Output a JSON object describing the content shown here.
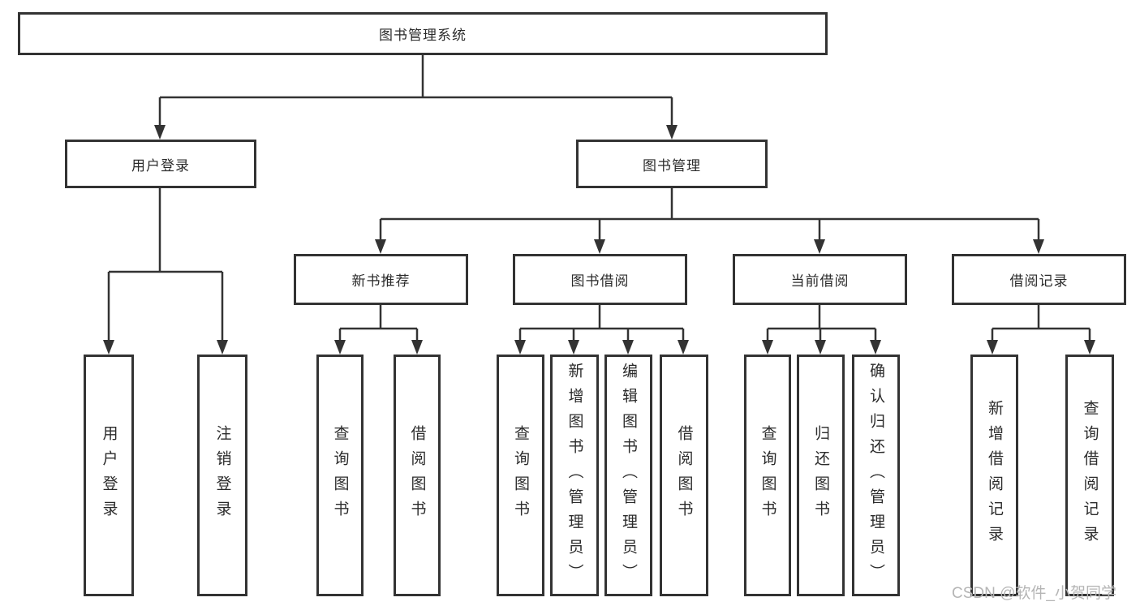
{
  "diagram": {
    "root_label": "图书管理系统",
    "level2": [
      "用户登录",
      "图书管理"
    ],
    "level3": [
      "新书推荐",
      "图书借阅",
      "当前借阅",
      "借阅记录"
    ],
    "leaves_user_login": [
      "用户登录",
      "注销登录"
    ],
    "leaves_new_book": [
      "查询图书",
      "借阅图书"
    ],
    "leaves_book_borrow": [
      "查询图书",
      "新增图书（管理员）",
      "编辑图书（管理员）",
      "借阅图书"
    ],
    "leaves_current_borrow": [
      "查询图书",
      "归还图书",
      "确认归还（管理员）"
    ],
    "leaves_borrow_record": [
      "新增借阅记录",
      "查询借阅记录"
    ]
  },
  "watermark": "CSDN @软件_小贺同学",
  "colors": {
    "line": "#333333",
    "box_background": "#ffffff",
    "text": "#2b2b2b",
    "watermark": "#b5b5b5"
  }
}
